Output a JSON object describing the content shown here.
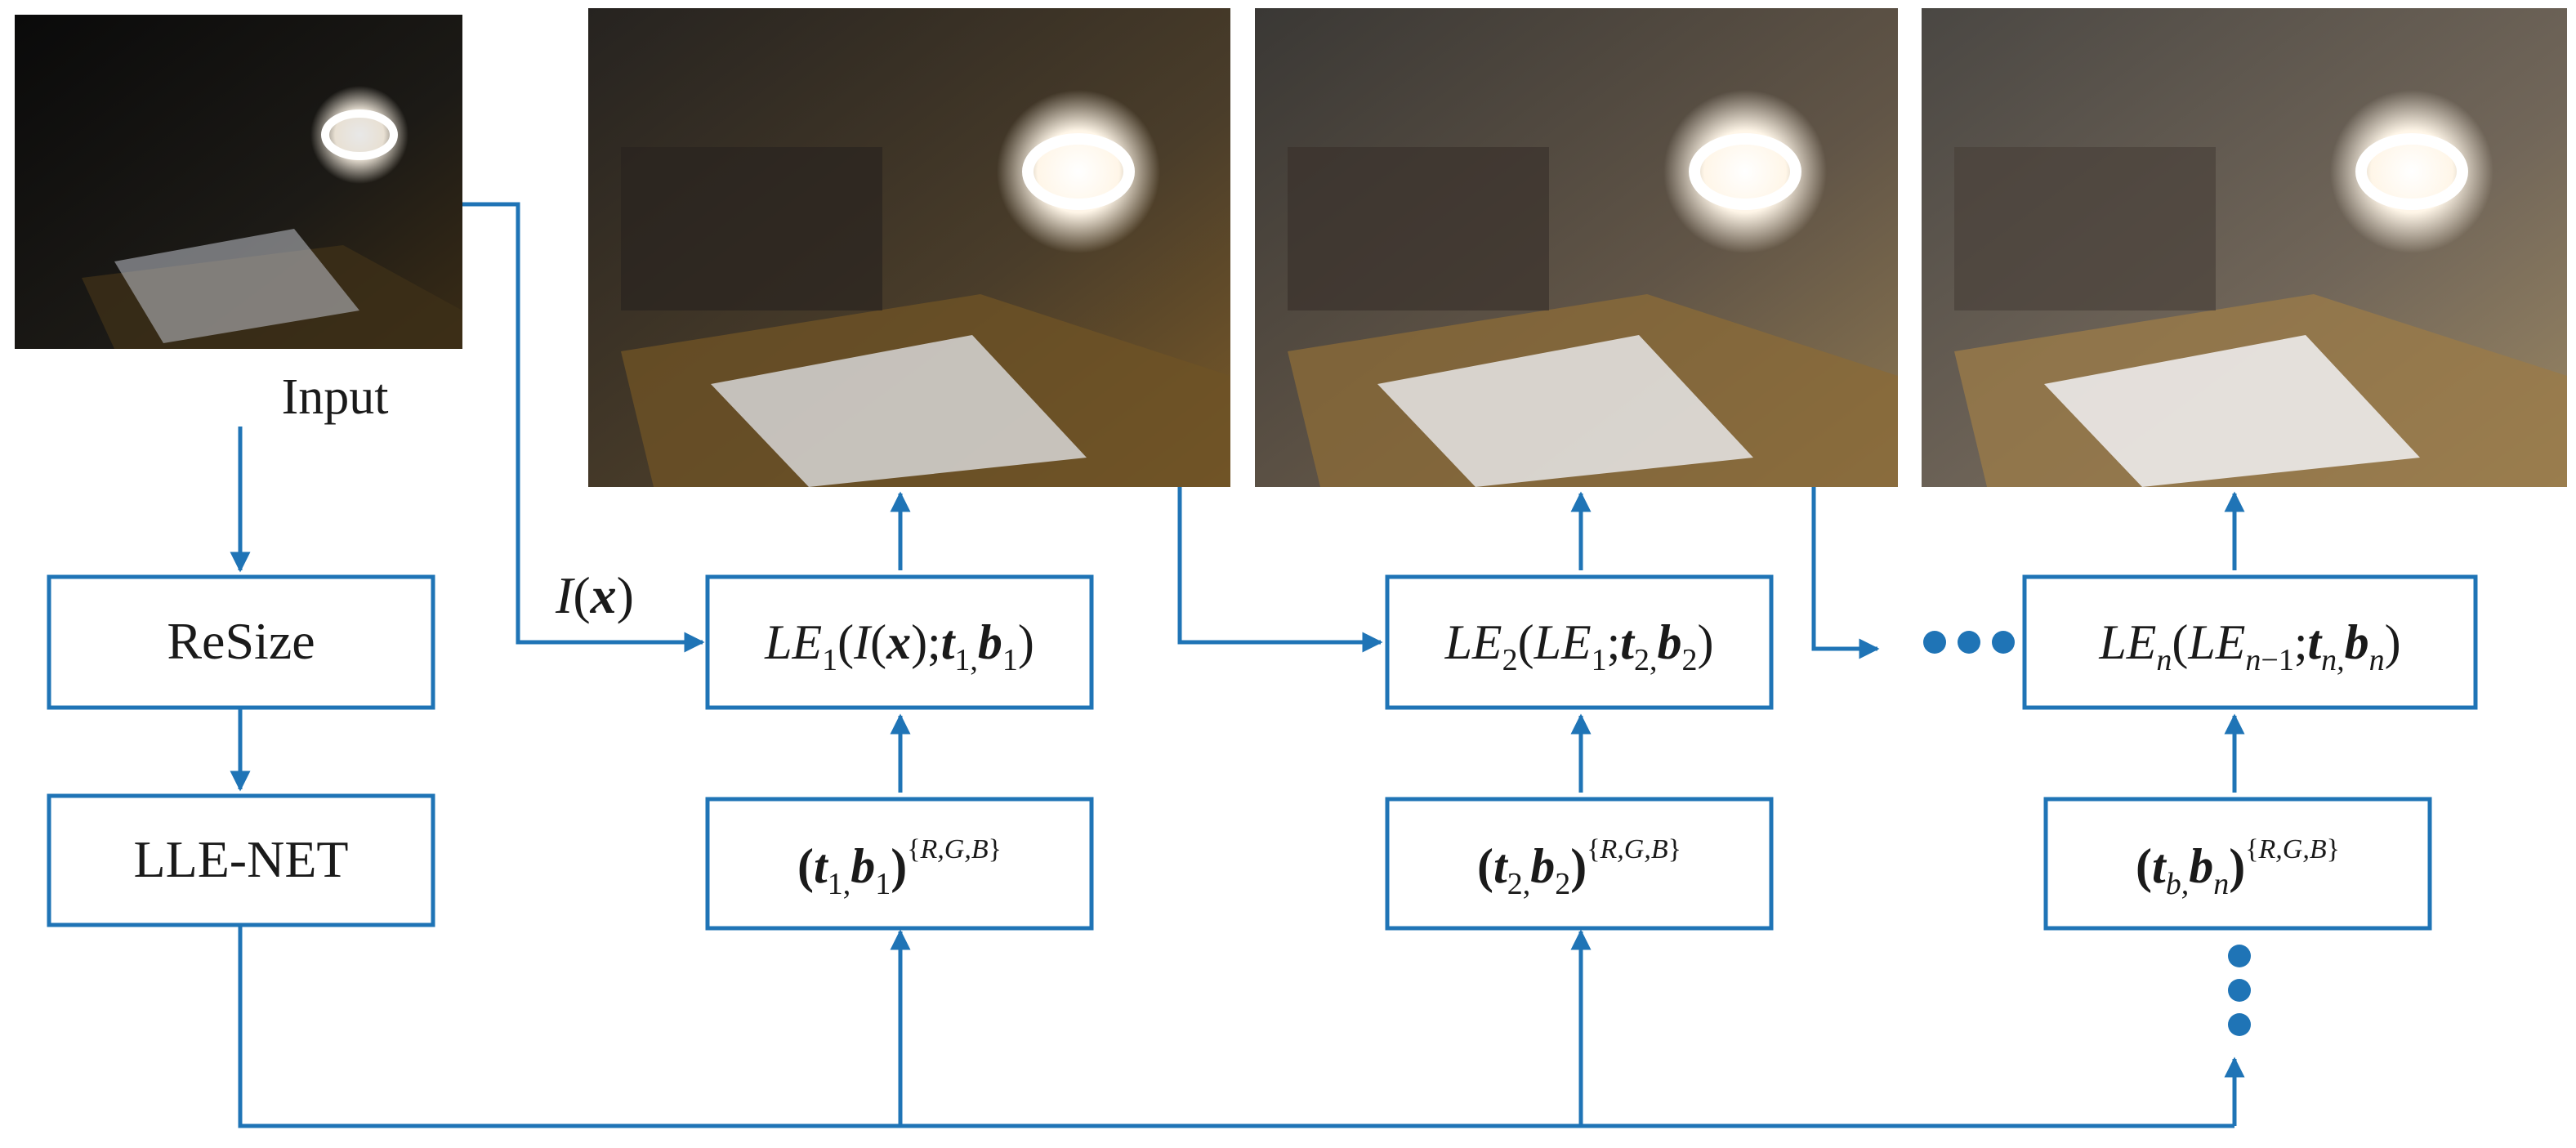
{
  "labels": {
    "input": "Input",
    "ix": "I(x)"
  },
  "boxes": {
    "resize": "ReSize",
    "llenet": "LLE-NET",
    "le1": "LE1(I(x);t1,b1)",
    "le2": "LE2(LE1;t2,b2)",
    "len": "LEn(LEn−1;tn,bn)",
    "p1": "(t1,b1){R,G,B}",
    "p2": "(t2,b2){R,G,B}",
    "pn": "(tb,bn){R,G,B}"
  },
  "images": [
    {
      "name": "input-image",
      "brightness": 0.15
    },
    {
      "name": "stage-1-output",
      "brightness": 0.45
    },
    {
      "name": "stage-2-output",
      "brightness": 0.65
    },
    {
      "name": "stage-n-output",
      "brightness": 0.8
    }
  ],
  "colors": {
    "accent": "#1f74b6",
    "text": "#1a1a1a"
  }
}
